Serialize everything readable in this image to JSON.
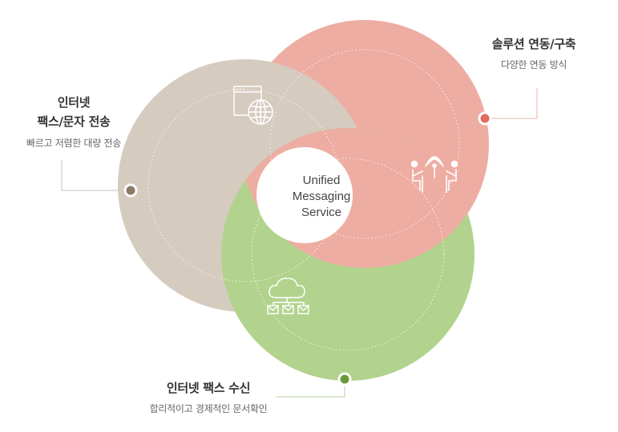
{
  "center": {
    "line1": "Unified",
    "line2": "Messaging",
    "line3": "Service"
  },
  "features": {
    "internet_fax_send": {
      "title_line1": "인터넷",
      "title_line2": "팩스/문자 전송",
      "description": "빠르고 저렴한 대량 전송",
      "color": "#d5cbbf",
      "dot_color": "#8a7a68",
      "icon": "browser-globe-icon"
    },
    "solution_integration": {
      "title": "솔루션 연동/구축",
      "description": "다양한 연동 방식",
      "color": "#eeada2",
      "dot_color": "#e06a5c",
      "icon": "people-signal-icon"
    },
    "internet_fax_receive": {
      "title": "인터넷 팩스 수신",
      "description": "합리적이고 경제적인 문서확인",
      "color": "#b2d38d",
      "dot_color": "#6a9a3a",
      "icon": "cloud-mail-network-icon"
    }
  }
}
